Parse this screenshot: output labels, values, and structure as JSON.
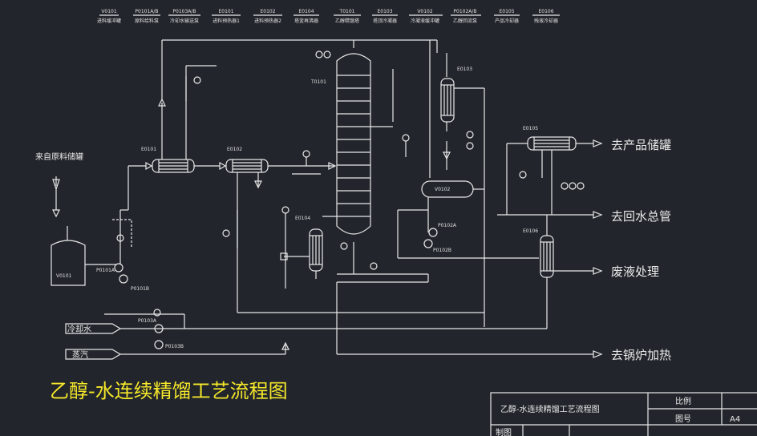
{
  "header_tags": [
    {
      "code": "V0101",
      "name": "进料缓冲罐"
    },
    {
      "code": "P0101A/B",
      "name": "原料给料泵"
    },
    {
      "code": "P0103A/B",
      "name": "冷却水输送泵"
    },
    {
      "code": "E0101",
      "name": "进料预热器1"
    },
    {
      "code": "E0102",
      "name": "进料预热器2"
    },
    {
      "code": "E0104",
      "name": "塔釜再沸器"
    },
    {
      "code": "T0101",
      "name": "乙醇精馏塔"
    },
    {
      "code": "E0103",
      "name": "塔顶冷凝器"
    },
    {
      "code": "V0102",
      "name": "冷凝液缓冲罐"
    },
    {
      "code": "P0102A/B",
      "name": "乙醇回流泵"
    },
    {
      "code": "E0105",
      "name": "产品冷却器"
    },
    {
      "code": "E0106",
      "name": "残液冷却器"
    }
  ],
  "equipment_labels": {
    "v0101": "V0101",
    "p0101a": "P0101A",
    "p0101b": "P0101B",
    "e0101": "E0101",
    "e0102": "E0102",
    "e0104": "E0104",
    "t0101": "T0101",
    "e0103": "E0103",
    "v0102": "V0102",
    "p0102a": "P0102A",
    "p0102b": "P0102B",
    "e0105": "E0105",
    "e0106": "E0106",
    "p0103a": "P0103A",
    "p0103b": "P0103B"
  },
  "streams": {
    "feed_source": "来自原料储罐",
    "cooling_water": "冷却水",
    "steam": "蒸汽",
    "to_product_tank": "去产品储罐",
    "to_return_water": "去回水总管",
    "to_waste": "废液处理",
    "to_boiler": "去锅炉加热"
  },
  "diagram_title": "乙醇-水连续精馏工艺流程图",
  "title_block": {
    "drawing_name": "乙醇-水连续精馏工艺流程图",
    "scale_label": "比例",
    "drawing_no_label": "图号",
    "drawing_no_value": "A4",
    "drawn_by_label": "制图"
  },
  "colors": {
    "background": "#22262c",
    "linework": "#e8e8e8",
    "title": "#f5e72a"
  }
}
